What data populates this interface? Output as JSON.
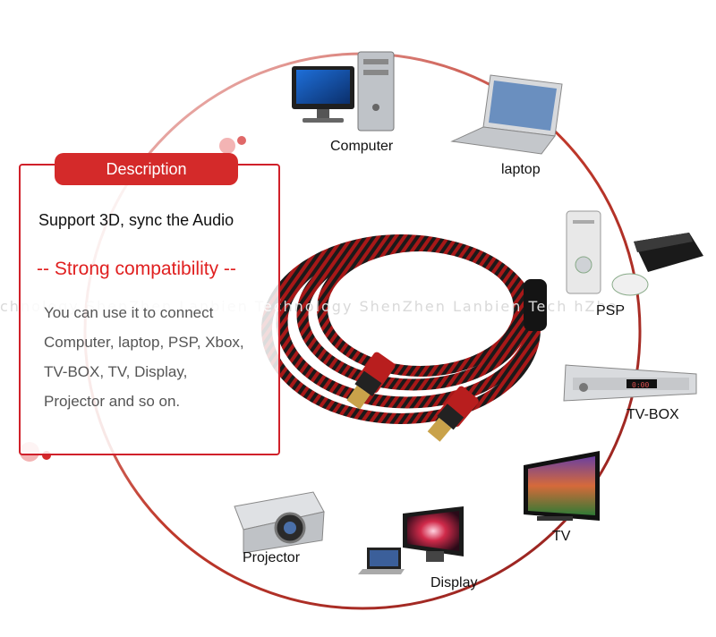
{
  "description": {
    "tab_label": "Description",
    "line1": "Support 3D, sync the Audio",
    "headline": "-- Strong compatibility --",
    "body_lines": [
      "You can use it to connect",
      "Computer, laptop, PSP, Xbox,",
      "TV-BOX, TV, Display,",
      "Projector and so on."
    ]
  },
  "devices": {
    "computer": "Computer",
    "laptop": "laptop",
    "psp": "PSP",
    "tvbox": "TV-BOX",
    "tv": "TV",
    "display": "Display",
    "projector": "Projector"
  },
  "watermark": "chnology  ShenZhen Lanbien Technology  ShenZhen Lanbien Tech              hZhe",
  "tvbox_display": "0:00",
  "colors": {
    "accent": "#d42a2a",
    "ring": "#c0392b",
    "cable_red": "#c01818",
    "cable_black": "#1a1a1a"
  }
}
